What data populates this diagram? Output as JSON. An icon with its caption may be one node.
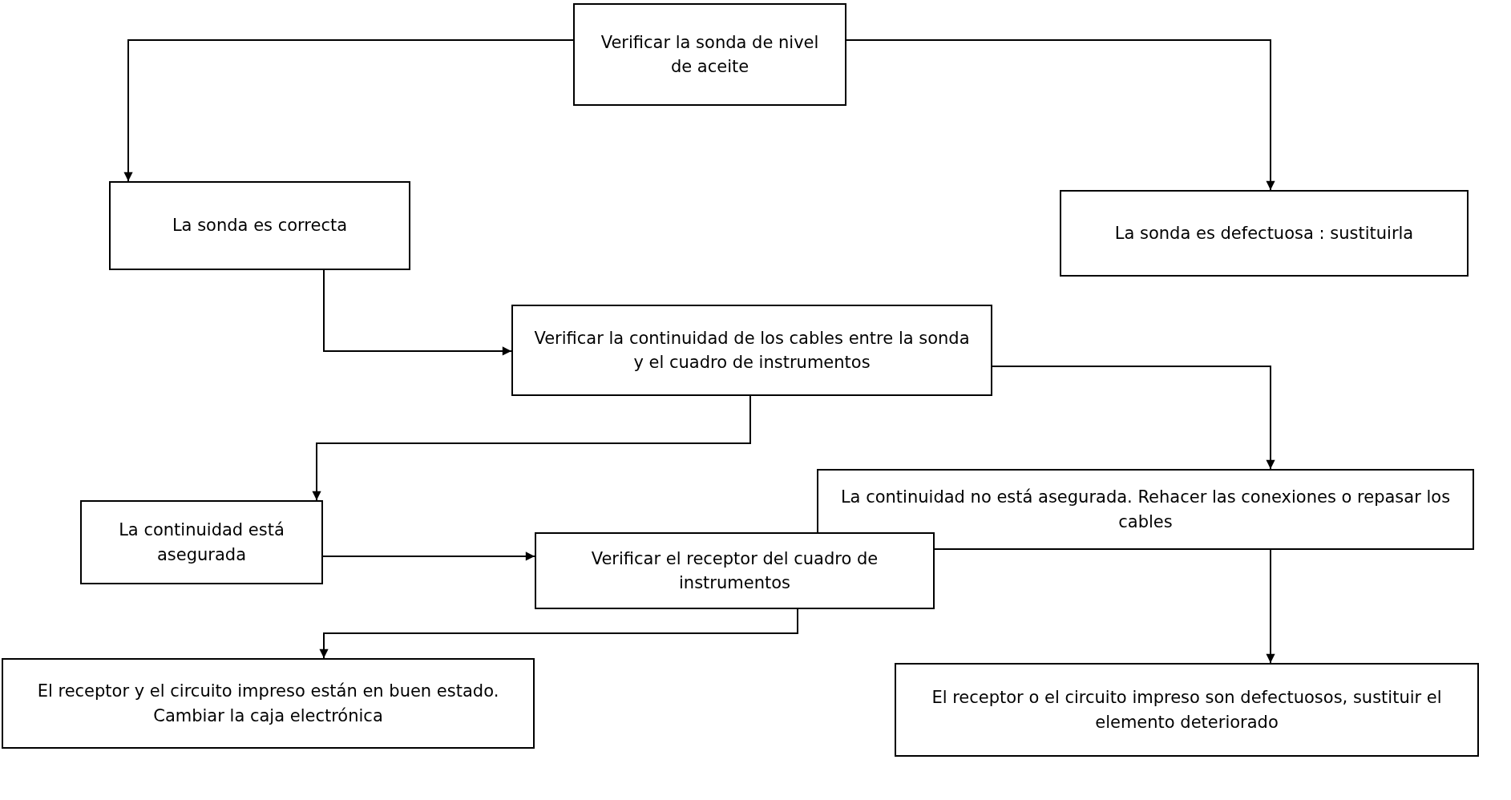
{
  "diagram": {
    "nodes": [
      {
        "text": [
          "Verificar la sonda de nivel de aceite"
        ]
      },
      {
        "text": [
          "La sonda es correcta"
        ]
      },
      {
        "text": [
          "La sonda es defectuosa : sustituirla"
        ]
      },
      {
        "text": [
          "Verificar la continuidad de los cables entre la sonda y el cuadro de instrumentos"
        ]
      },
      {
        "text": [
          "La continuidad no está asegurada. Rehacer las conexiones o repasar los cables"
        ]
      },
      {
        "text": [
          "La continuidad está asegurada"
        ]
      },
      {
        "text": [
          "Verificar el receptor del cuadro de instrumentos"
        ]
      },
      {
        "text": [
          "El receptor y el circuito impreso están en buen estado. Cambiar la caja electrónica"
        ]
      },
      {
        "text": [
          "El receptor o el circuito impreso son defectuosos, sustituir el elemento deteriorado"
        ]
      }
    ],
    "edges": [
      {
        "from": 0,
        "to": 1,
        "arrow": "to"
      },
      {
        "from": 0,
        "to": 2,
        "arrow": "to"
      },
      {
        "from": 1,
        "to": 3,
        "arrow": "to"
      },
      {
        "from": 3,
        "to": 4,
        "arrow": "to"
      },
      {
        "from": 3,
        "to": 5,
        "arrow": "to"
      },
      {
        "from": 5,
        "to": 6,
        "arrow": "to"
      },
      {
        "from": 6,
        "to": 7,
        "arrow": "to"
      },
      {
        "from": 6,
        "to": 8,
        "arrow": "to"
      }
    ]
  }
}
